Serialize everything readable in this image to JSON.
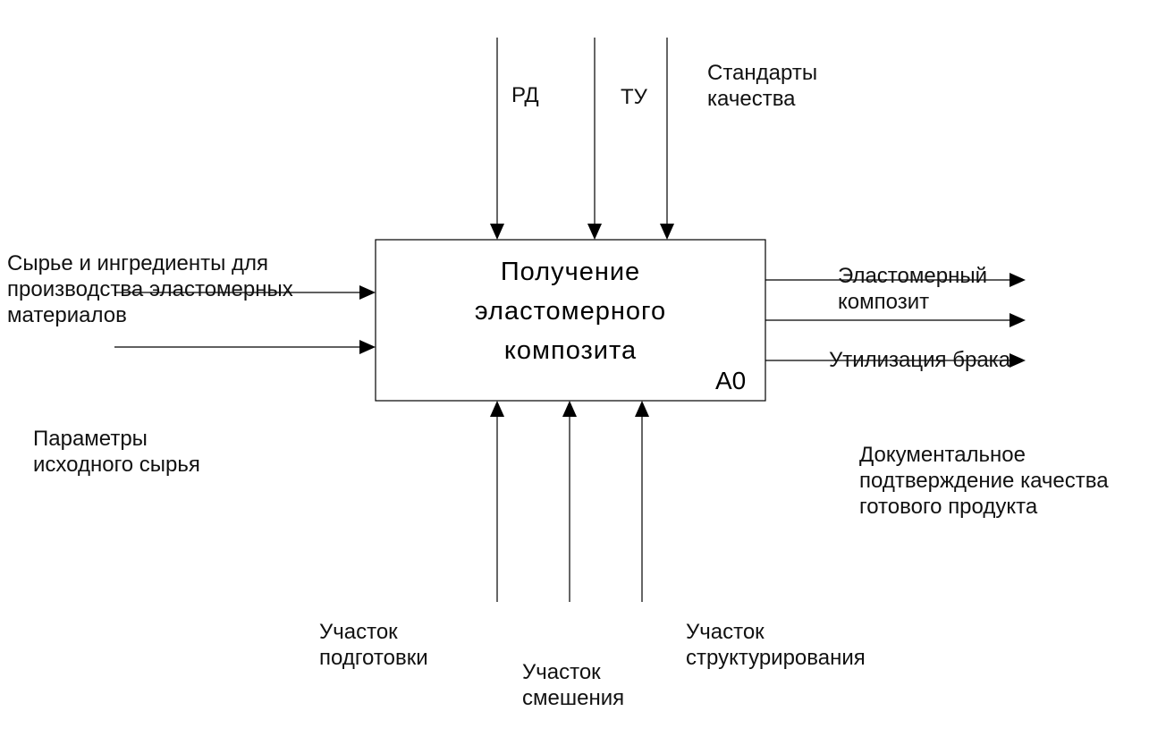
{
  "diagram_type": "IDEF0",
  "function_block": {
    "title_lines": [
      "Получение",
      "эластомерного",
      "композита"
    ],
    "node_id": "A0"
  },
  "inputs": [
    {
      "label_lines": [
        "Сырье и ингредиенты для",
        "производства эластомерных",
        "материалов"
      ]
    },
    {
      "label_lines": [
        "Параметры",
        "исходного сырья"
      ]
    }
  ],
  "controls": [
    {
      "label_lines": [
        "РД"
      ]
    },
    {
      "label_lines": [
        "ТУ"
      ]
    },
    {
      "label_lines": [
        "Стандарты",
        "качества"
      ]
    }
  ],
  "outputs": [
    {
      "label_lines": [
        "Эластомерный",
        "композит"
      ]
    },
    {
      "label_lines": [
        "Утилизация брака"
      ]
    },
    {
      "label_lines": [
        "Документальное",
        "подтверждение качества",
        "готового продукта"
      ]
    }
  ],
  "mechanisms": [
    {
      "label_lines": [
        "Участок",
        "подготовки"
      ]
    },
    {
      "label_lines": [
        "Участок",
        "смешения"
      ]
    },
    {
      "label_lines": [
        "Участок",
        "структурирования"
      ]
    }
  ],
  "colors": {
    "line": "#000000",
    "text": "#111111",
    "background": "#ffffff"
  }
}
